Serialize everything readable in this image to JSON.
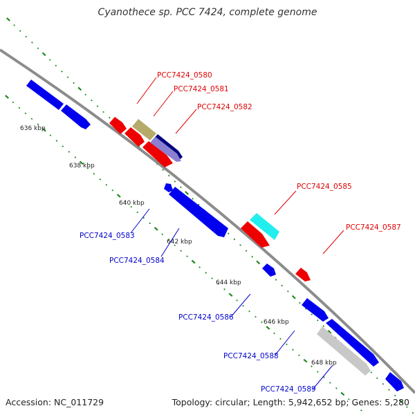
{
  "title": "Cyanothece sp. PCC 7424, complete genome",
  "footer": {
    "accession": "Accession: NC_011729",
    "summary": "Topology: circular; Length: 5,942,652 bp; Genes: 5,280"
  },
  "colors": {
    "backbone": "#8c8c8c",
    "tick_dots": "#1e8a1e",
    "forward_label": "#dd0000",
    "reverse_label": "#0000cc"
  },
  "ticks": [
    "636 kbp",
    "638 kbp",
    "640 kbp",
    "642 kbp",
    "644 kbp",
    "646 kbp",
    "648 kbp"
  ],
  "genes": [
    {
      "label": "PCC7424_0580",
      "strand": "forward",
      "color": "#b5aa6a"
    },
    {
      "label": "PCC7424_0581",
      "strand": "forward",
      "color": "#000080"
    },
    {
      "label": "PCC7424_0582",
      "strand": "forward",
      "color": "#8a7fd0"
    },
    {
      "label": "PCC7424_0583",
      "strand": "reverse",
      "color": "#0000ee"
    },
    {
      "label": "PCC7424_0584",
      "strand": "reverse",
      "color": "#0000ee"
    },
    {
      "label": "PCC7424_0585",
      "strand": "forward",
      "color": "#22eeee"
    },
    {
      "label": "PCC7424_0586",
      "strand": "reverse",
      "color": "#0000ee"
    },
    {
      "label": "PCC7424_0587",
      "strand": "forward",
      "color": "#ee0000"
    },
    {
      "label": "PCC7424_0588",
      "strand": "reverse",
      "color": "#0000ee"
    },
    {
      "label": "PCC7424_0589",
      "strand": "reverse",
      "color": "#c8c8c8"
    }
  ],
  "feature_colors": {
    "forward_cds": "#ee0000",
    "reverse_cds": "#0000ee"
  }
}
